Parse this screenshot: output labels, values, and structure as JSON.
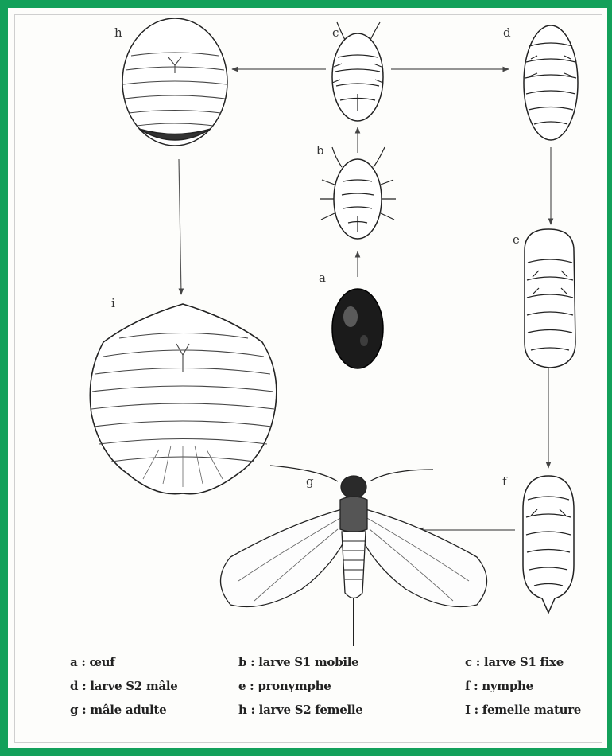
{
  "stages": {
    "a": "a",
    "b": "b",
    "c": "c",
    "d": "d",
    "e": "e",
    "f": "f",
    "g": "g",
    "h": "h",
    "i": "i"
  },
  "legend": [
    [
      "a : œuf",
      "b : larve S1 mobile",
      "c : larve S1 fixe"
    ],
    [
      "d : larve S2 mâle",
      "e : pronymphe",
      "f : nymphe"
    ],
    [
      "g : mâle adulte",
      "h : larve S2 femelle",
      "I : femelle mature"
    ]
  ]
}
